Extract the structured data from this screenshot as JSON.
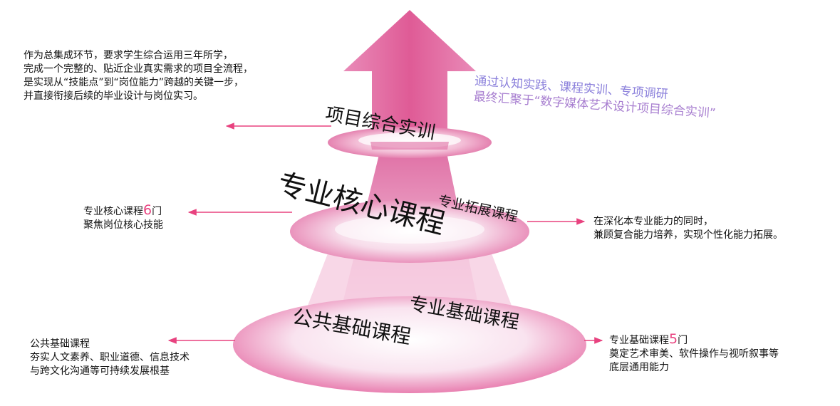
{
  "tiers": {
    "top": {
      "label": "项目综合实训"
    },
    "middle": {
      "label": "专业核心课程",
      "sub_label": "专业拓展课程"
    },
    "bottom": {
      "label": "公共基础课程",
      "sub_label": "专业基础课程"
    }
  },
  "notes": {
    "top_left": [
      "作为总集成环节，要求学生综合运用三年所学，",
      "完成一个完整的、贴近企业真实需求的项目全流程，",
      "是实现从“技能点”到“岗位能力”跨越的关键一步，",
      "并直接衔接后续的毕业设计与岗位实习。"
    ],
    "callout": [
      "通过认知实践、课程实训、专项调研",
      "最终汇聚于“数字媒体艺术设计项目综合实训”"
    ],
    "core": {
      "prefix": "专业核心课程",
      "count": "6",
      "suffix": "门",
      "line2": "聚焦岗位核心技能"
    },
    "extension": [
      "在深化本专业能力的同时，",
      "兼顾复合能力培养，实现个性化能力拓展。"
    ],
    "public": [
      "公共基础课程",
      "夯实人文素养、职业道德、信息技术",
      "与跨文化沟通等可持续发展根基"
    ],
    "foundation": {
      "prefix": "专业基础课程",
      "count": "5",
      "suffix": "门",
      "line2": "奠定艺术审美、软件操作与视听叙事等",
      "line3": "底层通用能力"
    }
  },
  "colors": {
    "accent": "#e8427f",
    "pink_dark": "#e45b98",
    "pink_light": "#f7dcea",
    "callout": "#8a7fdb"
  }
}
